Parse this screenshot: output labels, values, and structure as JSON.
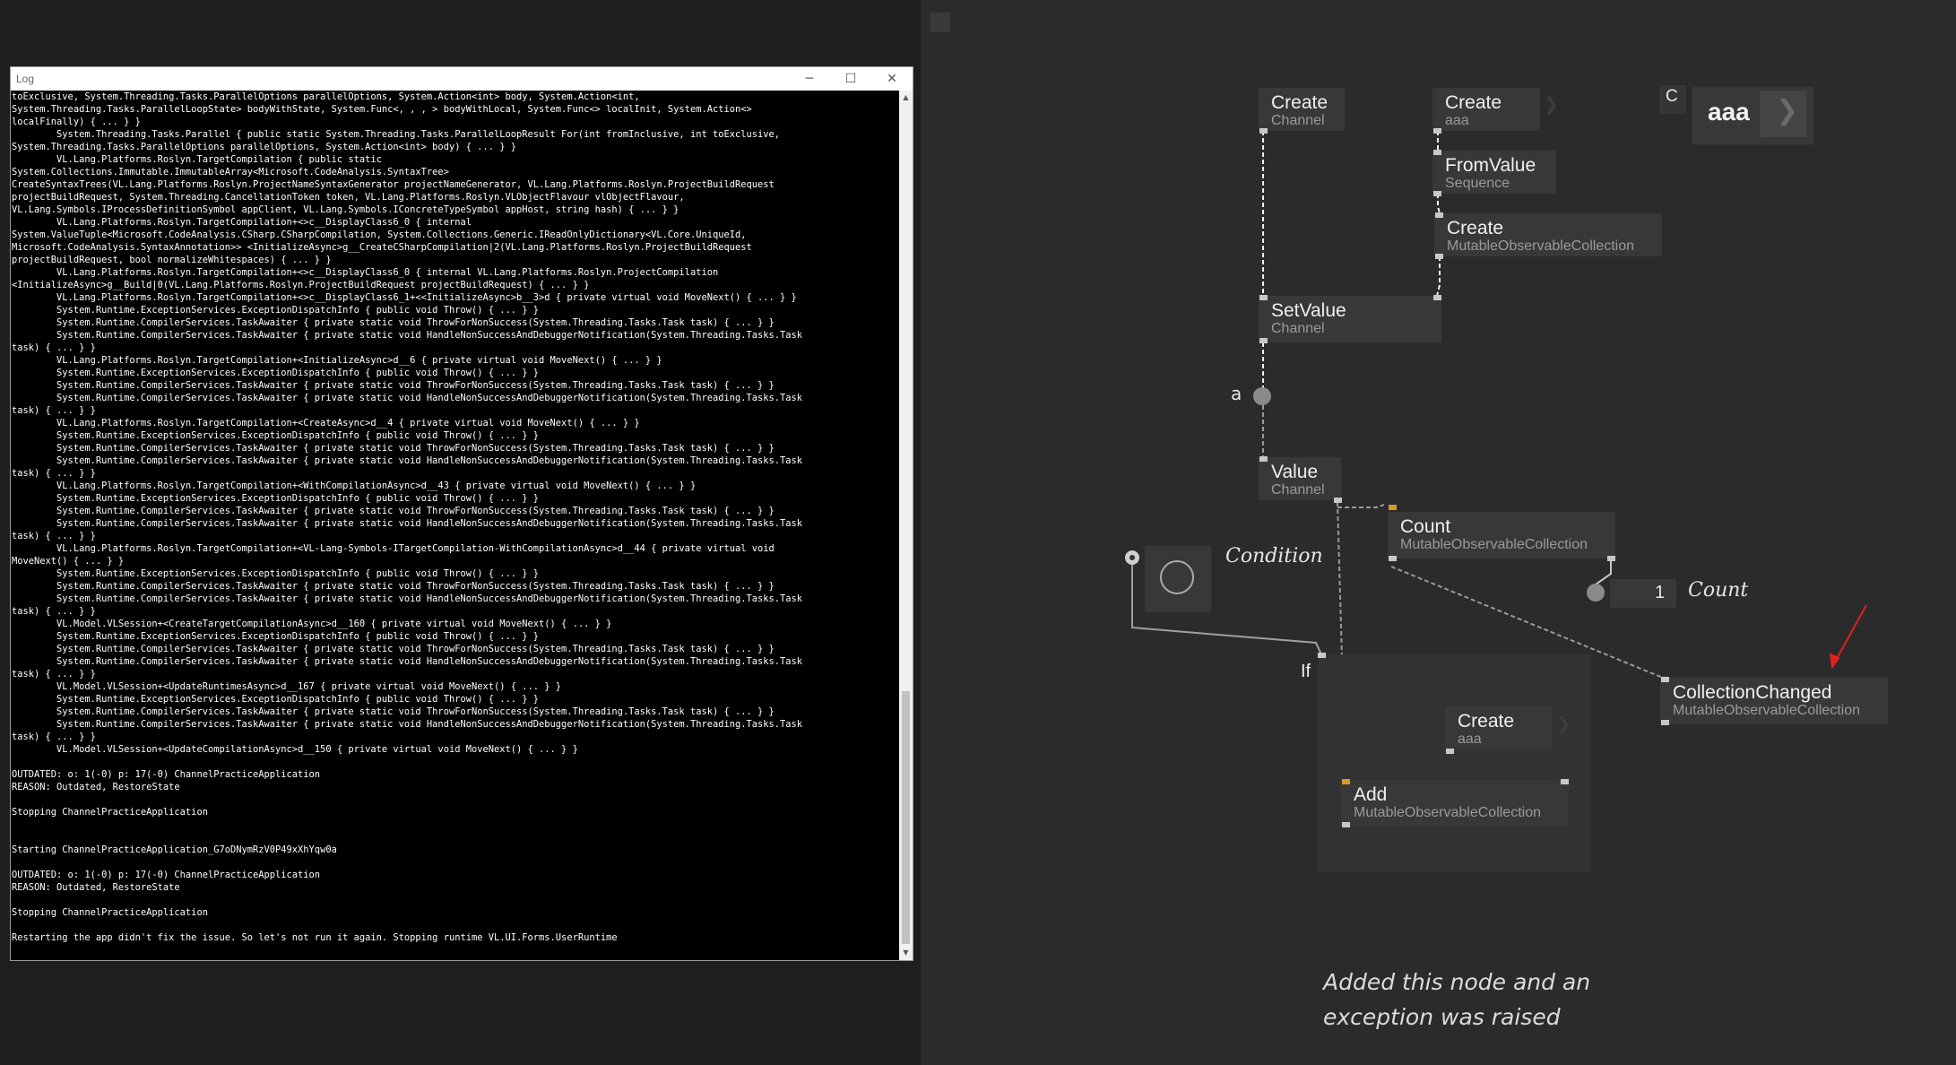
{
  "log_window": {
    "title": "Log",
    "minimize_glyph": "─",
    "maximize_glyph": "☐",
    "close_glyph": "✕",
    "scroll_up_glyph": "▲",
    "scroll_down_glyph": "▼",
    "lines": [
      "toExclusive, System.Threading.Tasks.ParallelOptions parallelOptions, System.Action<int> body, System.Action<int,",
      "System.Threading.Tasks.ParallelLoopState> bodyWithState, System.Func<, , , > bodyWithLocal, System.Func<> localInit, System.Action<>",
      "localFinally) { ... } }",
      "        System.Threading.Tasks.Parallel { public static System.Threading.Tasks.ParallelLoopResult For(int fromInclusive, int toExclusive,",
      "System.Threading.Tasks.ParallelOptions parallelOptions, System.Action<int> body) { ... } }",
      "        VL.Lang.Platforms.Roslyn.TargetCompilation { public static",
      "System.Collections.Immutable.ImmutableArray<Microsoft.CodeAnalysis.SyntaxTree>",
      "CreateSyntaxTrees(VL.Lang.Platforms.Roslyn.ProjectNameSyntaxGenerator projectNameGenerator, VL.Lang.Platforms.Roslyn.ProjectBuildRequest",
      "projectBuildRequest, System.Threading.CancellationToken token, VL.Lang.Platforms.Roslyn.VLObjectFlavour vlObjectFlavour,",
      "VL.Lang.Symbols.IProcessDefinitionSymbol appClient, VL.Lang.Symbols.IConcreteTypeSymbol appHost, string hash) { ... } }",
      "        VL.Lang.Platforms.Roslyn.TargetCompilation+<>c__DisplayClass6_0 { internal",
      "System.ValueTuple<Microsoft.CodeAnalysis.CSharp.CSharpCompilation, System.Collections.Generic.IReadOnlyDictionary<VL.Core.UniqueId,",
      "Microsoft.CodeAnalysis.SyntaxAnnotation>> <InitializeAsync>g__CreateCSharpCompilation|2(VL.Lang.Platforms.Roslyn.ProjectBuildRequest",
      "projectBuildRequest, bool normalizeWhitespaces) { ... } }",
      "        VL.Lang.Platforms.Roslyn.TargetCompilation+<>c__DisplayClass6_0 { internal VL.Lang.Platforms.Roslyn.ProjectCompilation",
      "<InitializeAsync>g__Build|0(VL.Lang.Platforms.Roslyn.ProjectBuildRequest projectBuildRequest) { ... } }",
      "        VL.Lang.Platforms.Roslyn.TargetCompilation+<>c__DisplayClass6_1+<<InitializeAsync>b__3>d { private virtual void MoveNext() { ... } }",
      "        System.Runtime.ExceptionServices.ExceptionDispatchInfo { public void Throw() { ... } }",
      "        System.Runtime.CompilerServices.TaskAwaiter { private static void ThrowForNonSuccess(System.Threading.Tasks.Task task) { ... } }",
      "        System.Runtime.CompilerServices.TaskAwaiter { private static void HandleNonSuccessAndDebuggerNotification(System.Threading.Tasks.Task",
      "task) { ... } }",
      "        VL.Lang.Platforms.Roslyn.TargetCompilation+<InitializeAsync>d__6 { private virtual void MoveNext() { ... } }",
      "        System.Runtime.ExceptionServices.ExceptionDispatchInfo { public void Throw() { ... } }",
      "        System.Runtime.CompilerServices.TaskAwaiter { private static void ThrowForNonSuccess(System.Threading.Tasks.Task task) { ... } }",
      "        System.Runtime.CompilerServices.TaskAwaiter { private static void HandleNonSuccessAndDebuggerNotification(System.Threading.Tasks.Task",
      "task) { ... } }",
      "        VL.Lang.Platforms.Roslyn.TargetCompilation+<CreateAsync>d__4 { private virtual void MoveNext() { ... } }",
      "        System.Runtime.ExceptionServices.ExceptionDispatchInfo { public void Throw() { ... } }",
      "        System.Runtime.CompilerServices.TaskAwaiter { private static void ThrowForNonSuccess(System.Threading.Tasks.Task task) { ... } }",
      "        System.Runtime.CompilerServices.TaskAwaiter { private static void HandleNonSuccessAndDebuggerNotification(System.Threading.Tasks.Task",
      "task) { ... } }",
      "        VL.Lang.Platforms.Roslyn.TargetCompilation+<WithCompilationAsync>d__43 { private virtual void MoveNext() { ... } }",
      "        System.Runtime.ExceptionServices.ExceptionDispatchInfo { public void Throw() { ... } }",
      "        System.Runtime.CompilerServices.TaskAwaiter { private static void ThrowForNonSuccess(System.Threading.Tasks.Task task) { ... } }",
      "        System.Runtime.CompilerServices.TaskAwaiter { private static void HandleNonSuccessAndDebuggerNotification(System.Threading.Tasks.Task",
      "task) { ... } }",
      "        VL.Lang.Platforms.Roslyn.TargetCompilation+<VL-Lang-Symbols-ITargetCompilation-WithCompilationAsync>d__44 { private virtual void",
      "MoveNext() { ... } }",
      "        System.Runtime.ExceptionServices.ExceptionDispatchInfo { public void Throw() { ... } }",
      "        System.Runtime.CompilerServices.TaskAwaiter { private static void ThrowForNonSuccess(System.Threading.Tasks.Task task) { ... } }",
      "        System.Runtime.CompilerServices.TaskAwaiter { private static void HandleNonSuccessAndDebuggerNotification(System.Threading.Tasks.Task",
      "task) { ... } }",
      "        VL.Model.VLSession+<CreateTargetCompilationAsync>d__160 { private virtual void MoveNext() { ... } }",
      "        System.Runtime.ExceptionServices.ExceptionDispatchInfo { public void Throw() { ... } }",
      "        System.Runtime.CompilerServices.TaskAwaiter { private static void ThrowForNonSuccess(System.Threading.Tasks.Task task) { ... } }",
      "        System.Runtime.CompilerServices.TaskAwaiter { private static void HandleNonSuccessAndDebuggerNotification(System.Threading.Tasks.Task",
      "task) { ... } }",
      "        VL.Model.VLSession+<UpdateRuntimesAsync>d__167 { private virtual void MoveNext() { ... } }",
      "        System.Runtime.ExceptionServices.ExceptionDispatchInfo { public void Throw() { ... } }",
      "        System.Runtime.CompilerServices.TaskAwaiter { private static void ThrowForNonSuccess(System.Threading.Tasks.Task task) { ... } }",
      "        System.Runtime.CompilerServices.TaskAwaiter { private static void HandleNonSuccessAndDebuggerNotification(System.Threading.Tasks.Task",
      "task) { ... } }",
      "        VL.Model.VLSession+<UpdateCompilationAsync>d__150 { private virtual void MoveNext() { ... } }",
      "",
      "OUTDATED: o: 1(-0) p: 17(-0) ChannelPracticeApplication",
      "REASON: Outdated, RestoreState",
      "",
      "Stopping ChannelPracticeApplication",
      "",
      "",
      "Starting ChannelPracticeApplication_G7oDNymRzV0P49xXhYqw0a",
      "",
      "OUTDATED: o: 1(-0) p: 17(-0) ChannelPracticeApplication",
      "REASON: Outdated, RestoreState",
      "",
      "Stopping ChannelPracticeApplication",
      "",
      "Restarting the app didn't fix the issue. So let's not run it again. Stopping runtime VL.UI.Forms.UserRuntime"
    ]
  },
  "patch": {
    "nodes": {
      "create_channel": {
        "title": "Create",
        "subtitle": "Channel"
      },
      "create_aaa_top": {
        "title": "Create",
        "subtitle": "aaa"
      },
      "from_value": {
        "title": "FromValue",
        "subtitle": "Sequence"
      },
      "create_moc": {
        "title": "Create",
        "subtitle": "MutableObservableCollection"
      },
      "set_value": {
        "title": "SetValue",
        "subtitle": "Channel"
      },
      "value": {
        "title": "Value",
        "subtitle": "Channel"
      },
      "count": {
        "title": "Count",
        "subtitle": "MutableObservableCollection"
      },
      "collection_changed": {
        "title": "CollectionChanged",
        "subtitle": "MutableObservableCollection"
      },
      "create_aaa_inner": {
        "title": "Create",
        "subtitle": "aaa"
      },
      "add": {
        "title": "Add",
        "subtitle": "MutableObservableCollection"
      }
    },
    "type_c_label": "C",
    "type_aaa_label": "aaa",
    "type_chevron": "❯",
    "pad_a_label": "a",
    "condition_label": "Condition",
    "count_io_value": "1",
    "count_io_label": "Count",
    "if_label": "If",
    "chevron": "❯",
    "caption": "Added this node and an\nexception was raised",
    "colors": {
      "accent_orange": "#d49a2a",
      "arrow_red": "#e02020",
      "node_bg": "#383838",
      "canvas_bg": "#2b2b2b"
    }
  }
}
